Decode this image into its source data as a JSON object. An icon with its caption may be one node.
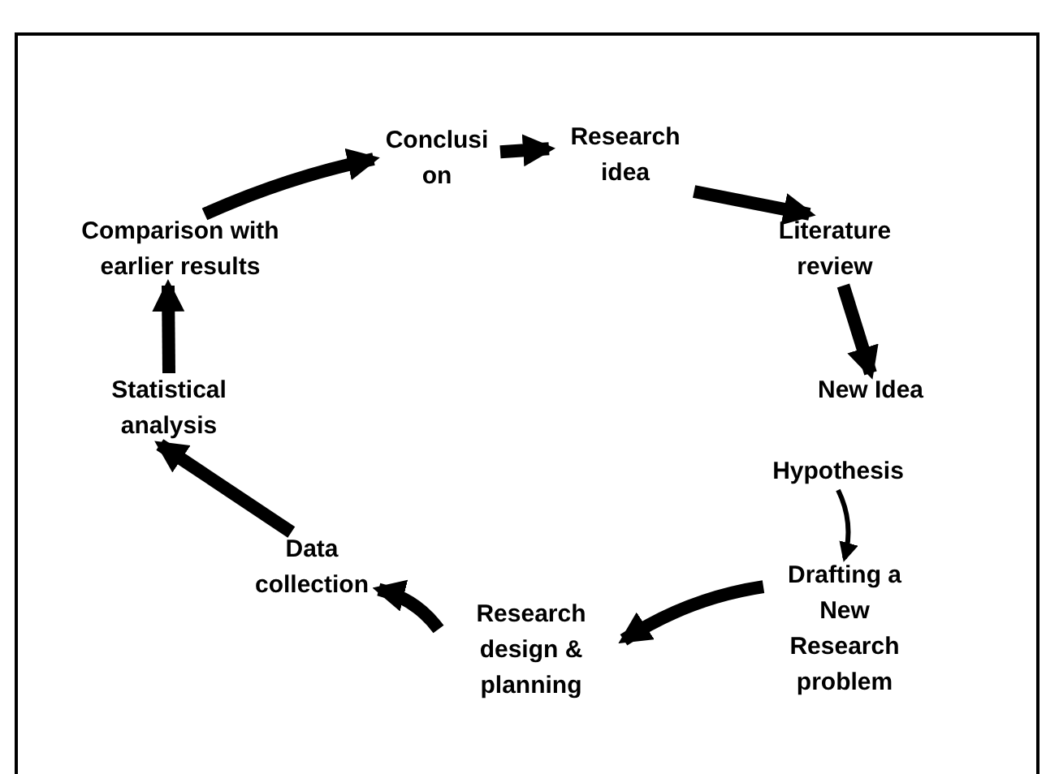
{
  "diagram": {
    "nodes": [
      {
        "text": [
          "Conclusi on"
        ]
      },
      {
        "text": [
          "Research idea"
        ]
      },
      {
        "text": [
          "Literature review"
        ]
      },
      {
        "text": [
          "New Idea"
        ]
      },
      {
        "text": [
          "Hypothesis"
        ]
      },
      {
        "text": [
          "Drafting a New Research problem"
        ]
      },
      {
        "text": [
          "Research design & planning"
        ]
      },
      {
        "text": [
          "Data collection"
        ]
      },
      {
        "text": [
          "Statistical analysis"
        ]
      },
      {
        "text": [
          "Comparison with earlier results"
        ]
      }
    ],
    "edges": [
      {
        "from": 0,
        "to": 1,
        "arrow": "to"
      },
      {
        "from": 1,
        "to": 2,
        "arrow": "to"
      },
      {
        "from": 2,
        "to": 3,
        "arrow": "to"
      },
      {
        "from": 4,
        "to": 5,
        "arrow": "to"
      },
      {
        "from": 5,
        "to": 6,
        "arrow": "to"
      },
      {
        "from": 6,
        "to": 7,
        "arrow": "to"
      },
      {
        "from": 7,
        "to": 8,
        "arrow": "to"
      },
      {
        "from": 8,
        "to": 9,
        "arrow": "to"
      },
      {
        "from": 9,
        "to": 0,
        "arrow": "to"
      }
    ]
  }
}
